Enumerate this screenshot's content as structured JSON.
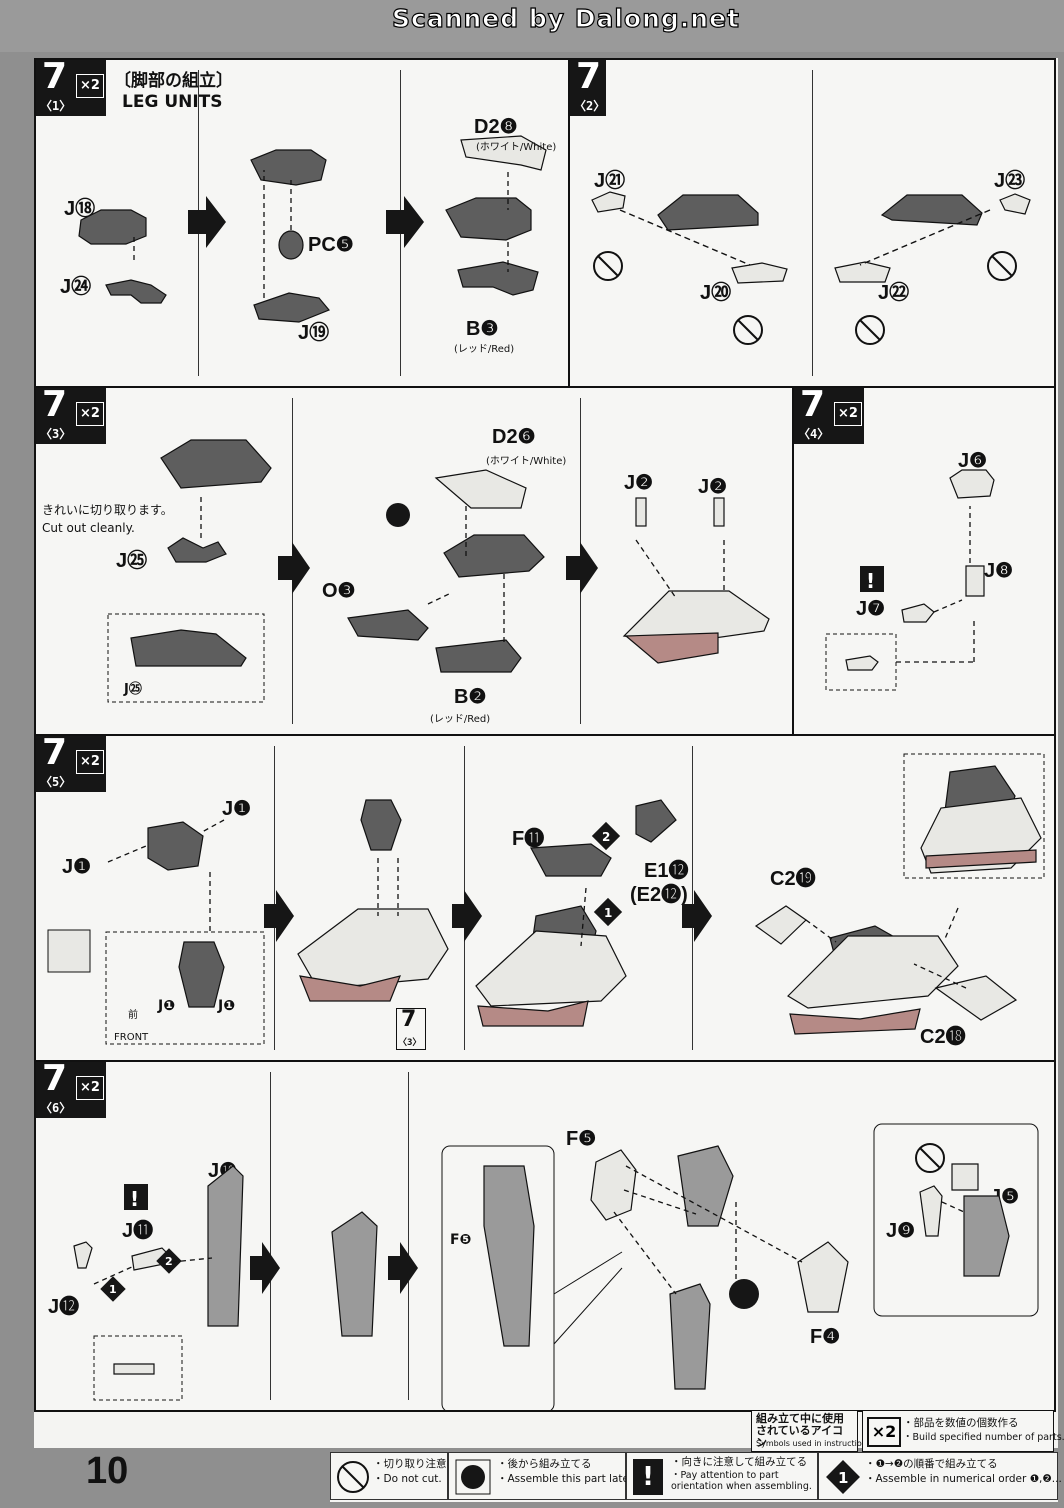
{
  "scan_header": "Scanned by Dalong.net",
  "page_number": "10",
  "colors": {
    "dark": "#161616",
    "part_gray": "#5e5e5e",
    "light_part": "#e8e8e4",
    "red_part": "#b58a86"
  },
  "step1": {
    "step": "7",
    "sub": "〈1〉",
    "mult": "×2",
    "title_jp": "〔脚部の組立〕",
    "title_en": "LEG UNITS",
    "parts": [
      "J⑱",
      "J㉔",
      "PC❺",
      "J⑲",
      "D2❽",
      "(ホワイト/White)",
      "B❸",
      "(レッド/Red)"
    ]
  },
  "step2": {
    "step": "7",
    "sub": "〈2〉",
    "parts": [
      "J㉑",
      "J⑳",
      "J㉓",
      "J㉒"
    ]
  },
  "step3": {
    "step": "7",
    "sub": "〈3〉",
    "mult": "×2",
    "note_jp": "きれいに切り取ります。",
    "note_en": "Cut out cleanly.",
    "parts": [
      "J㉕",
      "J㉕",
      "D2❻",
      "(ホワイト/White)",
      "O❸",
      "B❷",
      "(レッド/Red)",
      "J❷",
      "J❷"
    ]
  },
  "step4": {
    "step": "7",
    "sub": "〈4〉",
    "mult": "×2",
    "parts": [
      "J❻",
      "J❽",
      "J❼"
    ]
  },
  "step5": {
    "step": "7",
    "sub": "〈5〉",
    "mult": "×2",
    "parts": [
      "J❶",
      "J❶",
      "J❶",
      "J❶",
      "F⓫",
      "E1⓬",
      "(E2⓬)",
      "C2⓳",
      "C2⓲"
    ],
    "front_jp": "前",
    "front_en": "FRONT",
    "ref_step": "7",
    "ref_sub": "〈3〉"
  },
  "step6": {
    "step": "7",
    "sub": "〈6〉",
    "mult": "×2",
    "parts": [
      "J❿",
      "J⓫",
      "J⓬",
      "F❺",
      "F❺",
      "F❹",
      "J❾",
      "J❺"
    ]
  },
  "legend": {
    "symbols_title": "組み立て中に使用されているアイコン",
    "symbols_en": "Symbols used in instructions",
    "x2_mark": "×2",
    "x2_jp": "・部品を数値の個数作る",
    "x2_en": "・Build specified number of parts.",
    "items": [
      {
        "jp": "・切り取り注意",
        "en": "・Do not cut."
      },
      {
        "jp": "・後から組み立てる",
        "en": "・Assemble this part later."
      },
      {
        "jp": "・向きに注意して組み立てる",
        "en": "・Pay attention to part orientation when assembling."
      },
      {
        "jp": "・❶→❷の順番で組み立てる",
        "en": "・Assemble in numerical order ❶,❷..."
      }
    ]
  }
}
